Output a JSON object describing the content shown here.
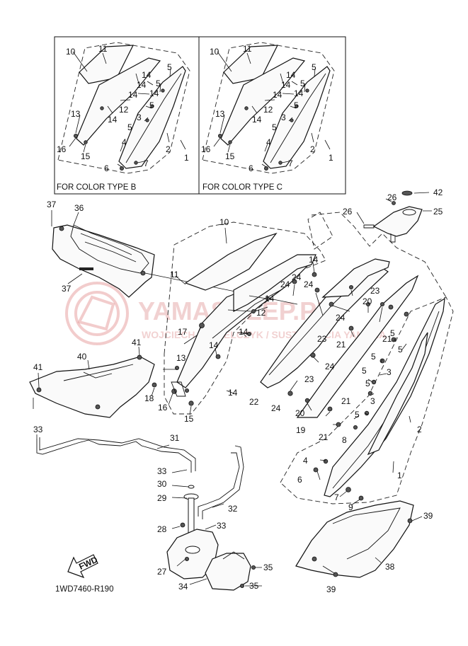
{
  "watermark": {
    "brand": "YAMASKLEP.PL",
    "subtitle": "WOJCIECH STRZELCZYK / SUSTENTACIA YAMAHA"
  },
  "inset_b": {
    "caption": "FOR COLOR TYPE B"
  },
  "inset_c": {
    "caption": "FOR COLOR TYPE C"
  },
  "fwd_label": "FWD",
  "diagram_code": "1WD7460-R190",
  "callouts": {
    "c1": "1",
    "c2": "2",
    "c3": "3",
    "c4": "4",
    "c5": "5",
    "c6": "6",
    "c7": "7",
    "c8": "8",
    "c9": "9",
    "c10": "10",
    "c11": "11",
    "c12": "12",
    "c13": "13",
    "c14": "14",
    "c15": "15",
    "c16": "16",
    "c17": "17",
    "c18": "18",
    "c19": "19",
    "c20": "20",
    "c21": "21",
    "c22": "22",
    "c23": "23",
    "c24": "24",
    "c25": "25",
    "c26": "26",
    "c27": "27",
    "c28": "28",
    "c29": "29",
    "c30": "30",
    "c31": "31",
    "c32": "32",
    "c33": "33",
    "c34": "34",
    "c35": "35",
    "c36": "36",
    "c37": "37",
    "c38": "38",
    "c39": "39",
    "c40": "40",
    "c41": "41",
    "c42": "42"
  }
}
